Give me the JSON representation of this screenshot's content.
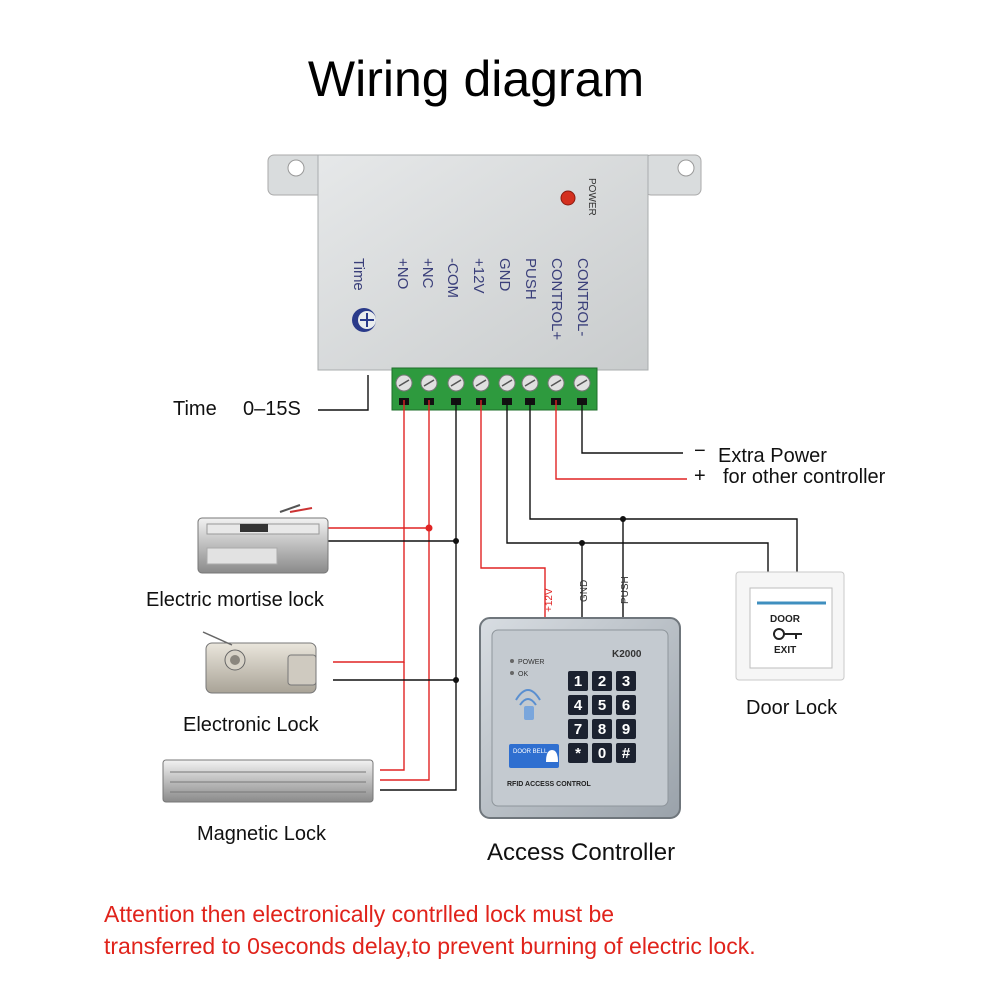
{
  "title": "Wiring diagram",
  "power_supply": {
    "power_label": "POWER",
    "time_label": "Time",
    "terminals": [
      "+NO",
      "+NC",
      "-COM",
      "+12V",
      "GND",
      "PUSH",
      "CONTROL+",
      "CONTROL-"
    ]
  },
  "time_note": {
    "label": "Time",
    "value": "0–15S"
  },
  "extra_power": {
    "minus": "−",
    "plus": "+",
    "line1": "Extra Power",
    "line2": "for other controller"
  },
  "wire_tags": {
    "v12": "+12V",
    "gnd": "GND",
    "push": "PUSH"
  },
  "devices": {
    "mortise": "Electric mortise lock",
    "electronic": "Electronic Lock",
    "magnetic": "Magnetic Lock",
    "access": "Access Controller",
    "door": "Door Lock"
  },
  "door_button": {
    "line1": "DOOR",
    "line2": "EXIT"
  },
  "keypad": {
    "model": "K2000",
    "power": "POWER",
    "ok": "OK",
    "footer": "RFID ACCESS CONTROL",
    "bell": "DOOR BELL",
    "keys": [
      "1",
      "2",
      "3",
      "4",
      "5",
      "6",
      "7",
      "8",
      "9",
      "*",
      "0",
      "#"
    ]
  },
  "attention": {
    "line1": "Attention then electronically contrlled lock must be",
    "line2": "transferred to 0seconds delay,to prevent burning of electric lock."
  },
  "colors": {
    "red_wire": "#e02424",
    "black_wire": "#111111",
    "warning": "#e0231b",
    "terminal_block": "#2e9a3e"
  }
}
